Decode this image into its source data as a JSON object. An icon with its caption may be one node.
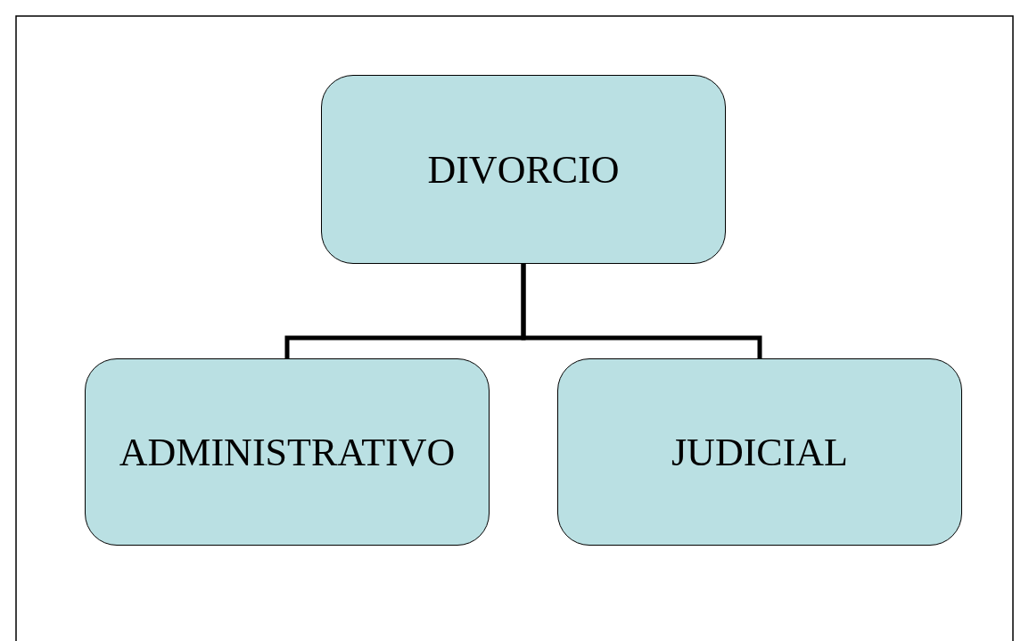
{
  "diagram": {
    "nodes": [
      {
        "text": [
          "DIVORCIO"
        ]
      },
      {
        "text": [
          "ADMINISTRATIVO"
        ]
      },
      {
        "text": [
          "JUDICIAL"
        ]
      }
    ],
    "edges": [
      {
        "from": 0,
        "to": 1,
        "arrow": "none"
      },
      {
        "from": 0,
        "to": 2,
        "arrow": "none"
      }
    ]
  }
}
